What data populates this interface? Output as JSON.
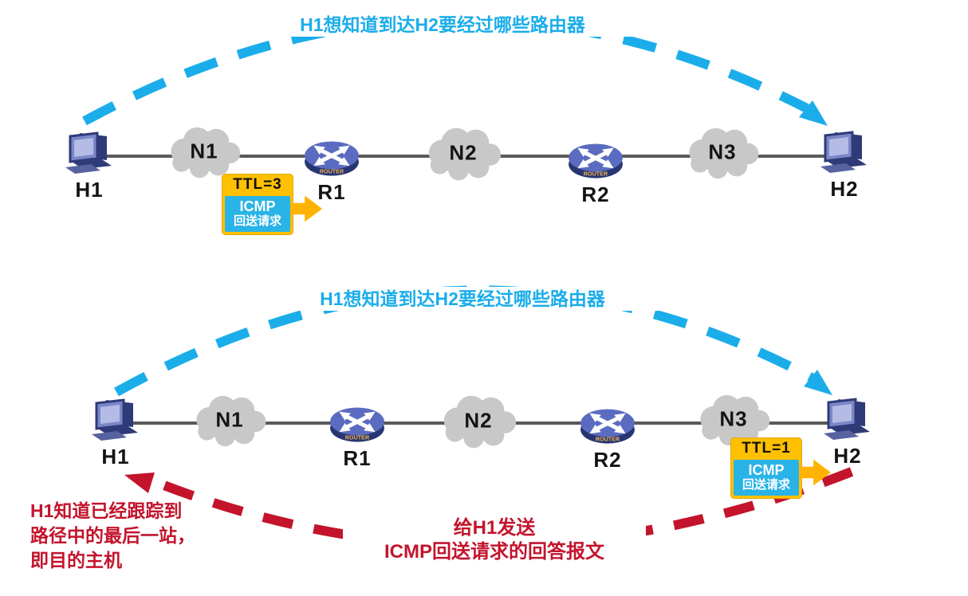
{
  "colors": {
    "trace_cyan": "#1badea",
    "reply_red": "#c3142c",
    "packet_yellow": "#ffc000",
    "packet_cyan": "#29b3e6",
    "cloud_gray": "#c8c8c8",
    "link_gray": "#595959"
  },
  "router_label": "ROUTER",
  "top_diagram": {
    "annotation": "H1想知道到达H2要经过哪些路由器",
    "nodes": {
      "h1": "H1",
      "n1": "N1",
      "r1": "R1",
      "n2": "N2",
      "r2": "R2",
      "n3": "N3",
      "h2": "H2"
    },
    "packet": {
      "ttl": "TTL=3",
      "line1": "ICMP",
      "line2": "回送请求"
    }
  },
  "bottom_diagram": {
    "annotation": "H1想知道到达H2要经过哪些路由器",
    "nodes": {
      "h1": "H1",
      "n1": "N1",
      "r1": "R1",
      "n2": "N2",
      "r2": "R2",
      "n3": "N3",
      "h2": "H2"
    },
    "packet": {
      "ttl": "TTL=1",
      "line1": "ICMP",
      "line2": "回送请求"
    },
    "reply_annotation": {
      "line1": "给H1发送",
      "line2": "ICMP回送请求的回答报文"
    },
    "conclusion": {
      "line1": "H1知道已经跟踪到",
      "line2": "路径中的最后一站，",
      "line3": "即目的主机"
    }
  }
}
